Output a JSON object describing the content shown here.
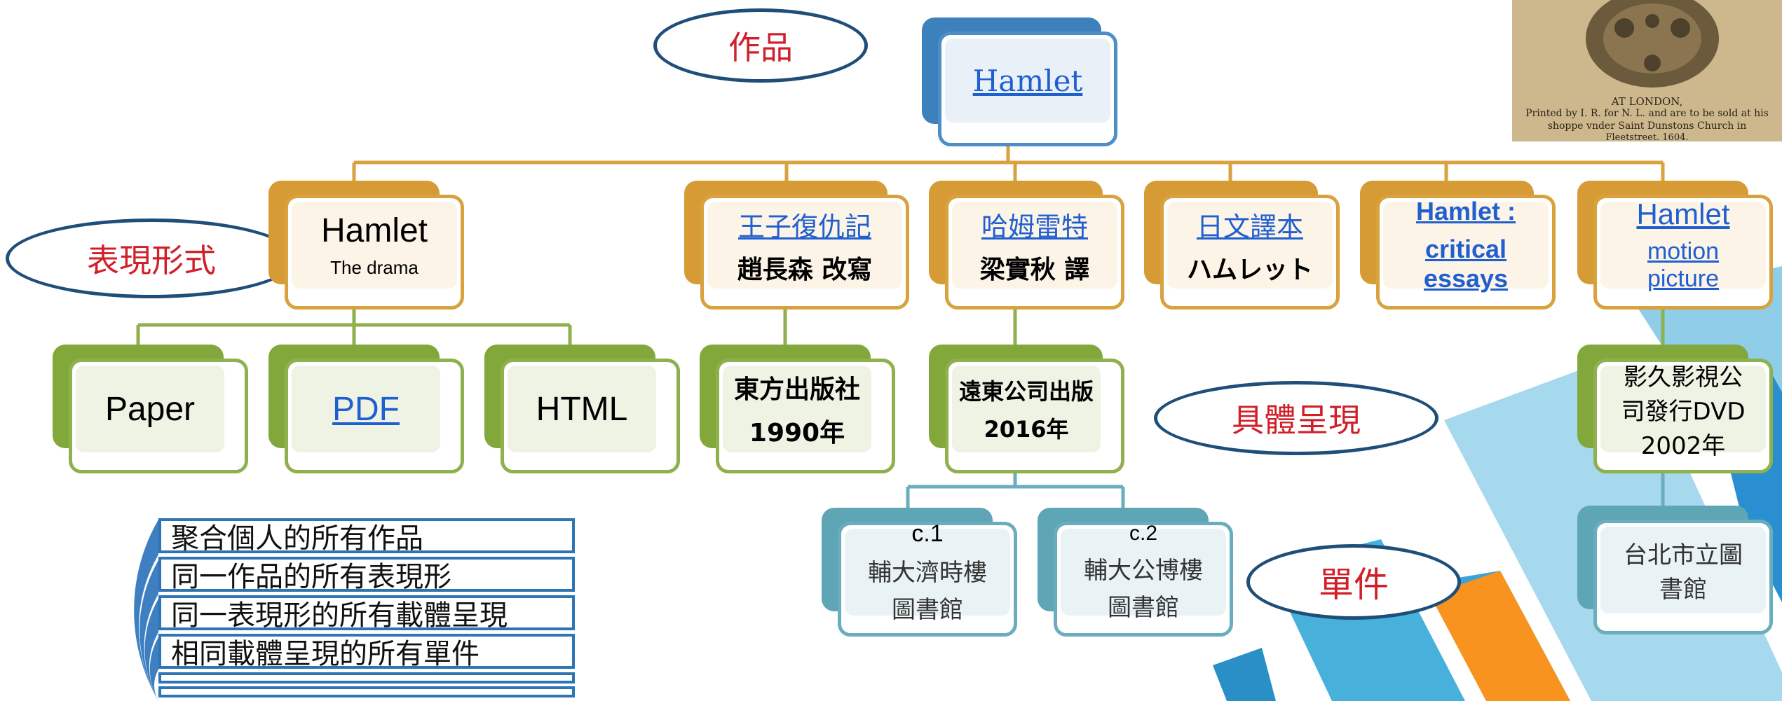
{
  "labels": {
    "work": "作品",
    "expression": "表現形式",
    "manifestation": "具體呈現",
    "item": "單件"
  },
  "colors": {
    "work": "#3d81bc",
    "expression": "#d79b36",
    "manifestation": "#82a83c",
    "item": "#5ea6b5",
    "oval_text": "#d0202a",
    "oval_border": "#1f4e79"
  },
  "work": {
    "title": "Hamlet"
  },
  "expressions": [
    {
      "line1": "Hamlet",
      "line2": "The drama"
    },
    {
      "line1": "王子復仇記",
      "line2": "趙長森 改寫"
    },
    {
      "line1": "哈姆雷特",
      "line2": "梁實秋 譯"
    },
    {
      "line1": "日文譯本",
      "line2": "ハムレット"
    },
    {
      "line1": "Hamlet :",
      "line2": "critical",
      "line3": "essays"
    },
    {
      "line1": "Hamlet",
      "line2": "motion",
      "line3": "picture"
    }
  ],
  "manifestations": [
    {
      "line1": "Paper"
    },
    {
      "line1": "PDF"
    },
    {
      "line1": "HTML"
    },
    {
      "line1": "東方出版社",
      "line2": "1990年"
    },
    {
      "line1": "遠東公司出版",
      "line2": "2016年"
    },
    {
      "line1": "影久影視公",
      "line2": "司發行DVD",
      "line3": "2002年"
    }
  ],
  "items": [
    {
      "line1": "c.1",
      "line2": "輔大濟時樓",
      "line3": "圖書館"
    },
    {
      "line1": "c.2",
      "line2": "輔大公博樓",
      "line3": "圖書館"
    },
    {
      "line1": "台北市立圖",
      "line2": "書館"
    }
  ],
  "legend": [
    "聚合個人的所有作品",
    "同一作品的所有表現形",
    "同一表現形的所有載體呈現",
    "相同載體呈現的所有單件"
  ],
  "book_image": {
    "line1": "AT LONDON,",
    "line2": "Printed by I. R. for N. L. and are to be sold at his",
    "line3": "shoppe vnder Saint Dunstons Church in",
    "line4": "Fleetstreet. 1604."
  }
}
